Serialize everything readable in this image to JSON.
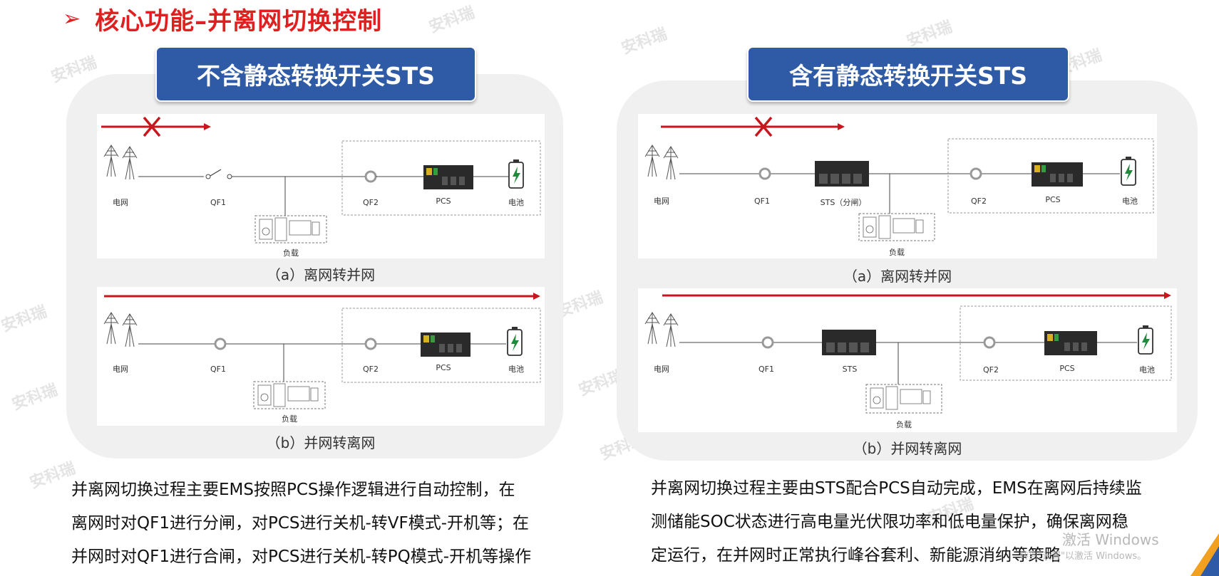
{
  "slide": {
    "title": "核心功能–并离网切换控制",
    "bullet": "➢",
    "watermark": "安科瑞"
  },
  "left_panel": {
    "header": "不含静态转换开关STS",
    "diagram_a": {
      "caption": "（a）离网转并网",
      "labels": {
        "grid": "电网",
        "qf1": "QF1",
        "qf2": "QF2",
        "pcs": "PCS",
        "battery": "电池",
        "load": "负载"
      }
    },
    "diagram_b": {
      "caption": "（b）并网转离网",
      "labels": {
        "grid": "电网",
        "qf1": "QF1",
        "qf2": "QF2",
        "pcs": "PCS",
        "battery": "电池",
        "load": "负载"
      }
    },
    "description": [
      "并离网切换过程主要EMS按照PCS操作逻辑进行自动控制，在",
      "离网时对QF1进行分闸，对PCS进行关机-转VF模式-开机等；在",
      "并网时对QF1进行合闸，对PCS进行关机-转PQ模式-开机等操作"
    ]
  },
  "right_panel": {
    "header": "含有静态转换开关STS",
    "diagram_a": {
      "caption": "（a）离网转并网",
      "labels": {
        "grid": "电网",
        "qf1": "QF1",
        "sts": "STS（分闸）",
        "qf2": "QF2",
        "pcs": "PCS",
        "battery": "电池",
        "load": "负载"
      }
    },
    "diagram_b": {
      "caption": "（b）并网转离网",
      "labels": {
        "grid": "电网",
        "qf1": "QF1",
        "sts": "STS",
        "qf2": "QF2",
        "pcs": "PCS",
        "battery": "电池",
        "load": "负载"
      }
    },
    "description": [
      "并离网切换过程主要由STS配合PCS自动完成，EMS在离网后持续监",
      "测储能SOC状态进行高电量光伏限功率和低电量保护，确保离网稳",
      "定运行，在并网时正常执行峰谷套利、新能源消纳等策略"
    ]
  },
  "os_overlay": {
    "activate_line1": "激活 Windows",
    "activate_line2": "转到\"设置\"以激活 Windows。"
  },
  "colors": {
    "title_red": "#e02020",
    "header_blue": "#2f5aa6",
    "flow_red": "#c8161d",
    "panel_gray": "#f0f0f0"
  }
}
